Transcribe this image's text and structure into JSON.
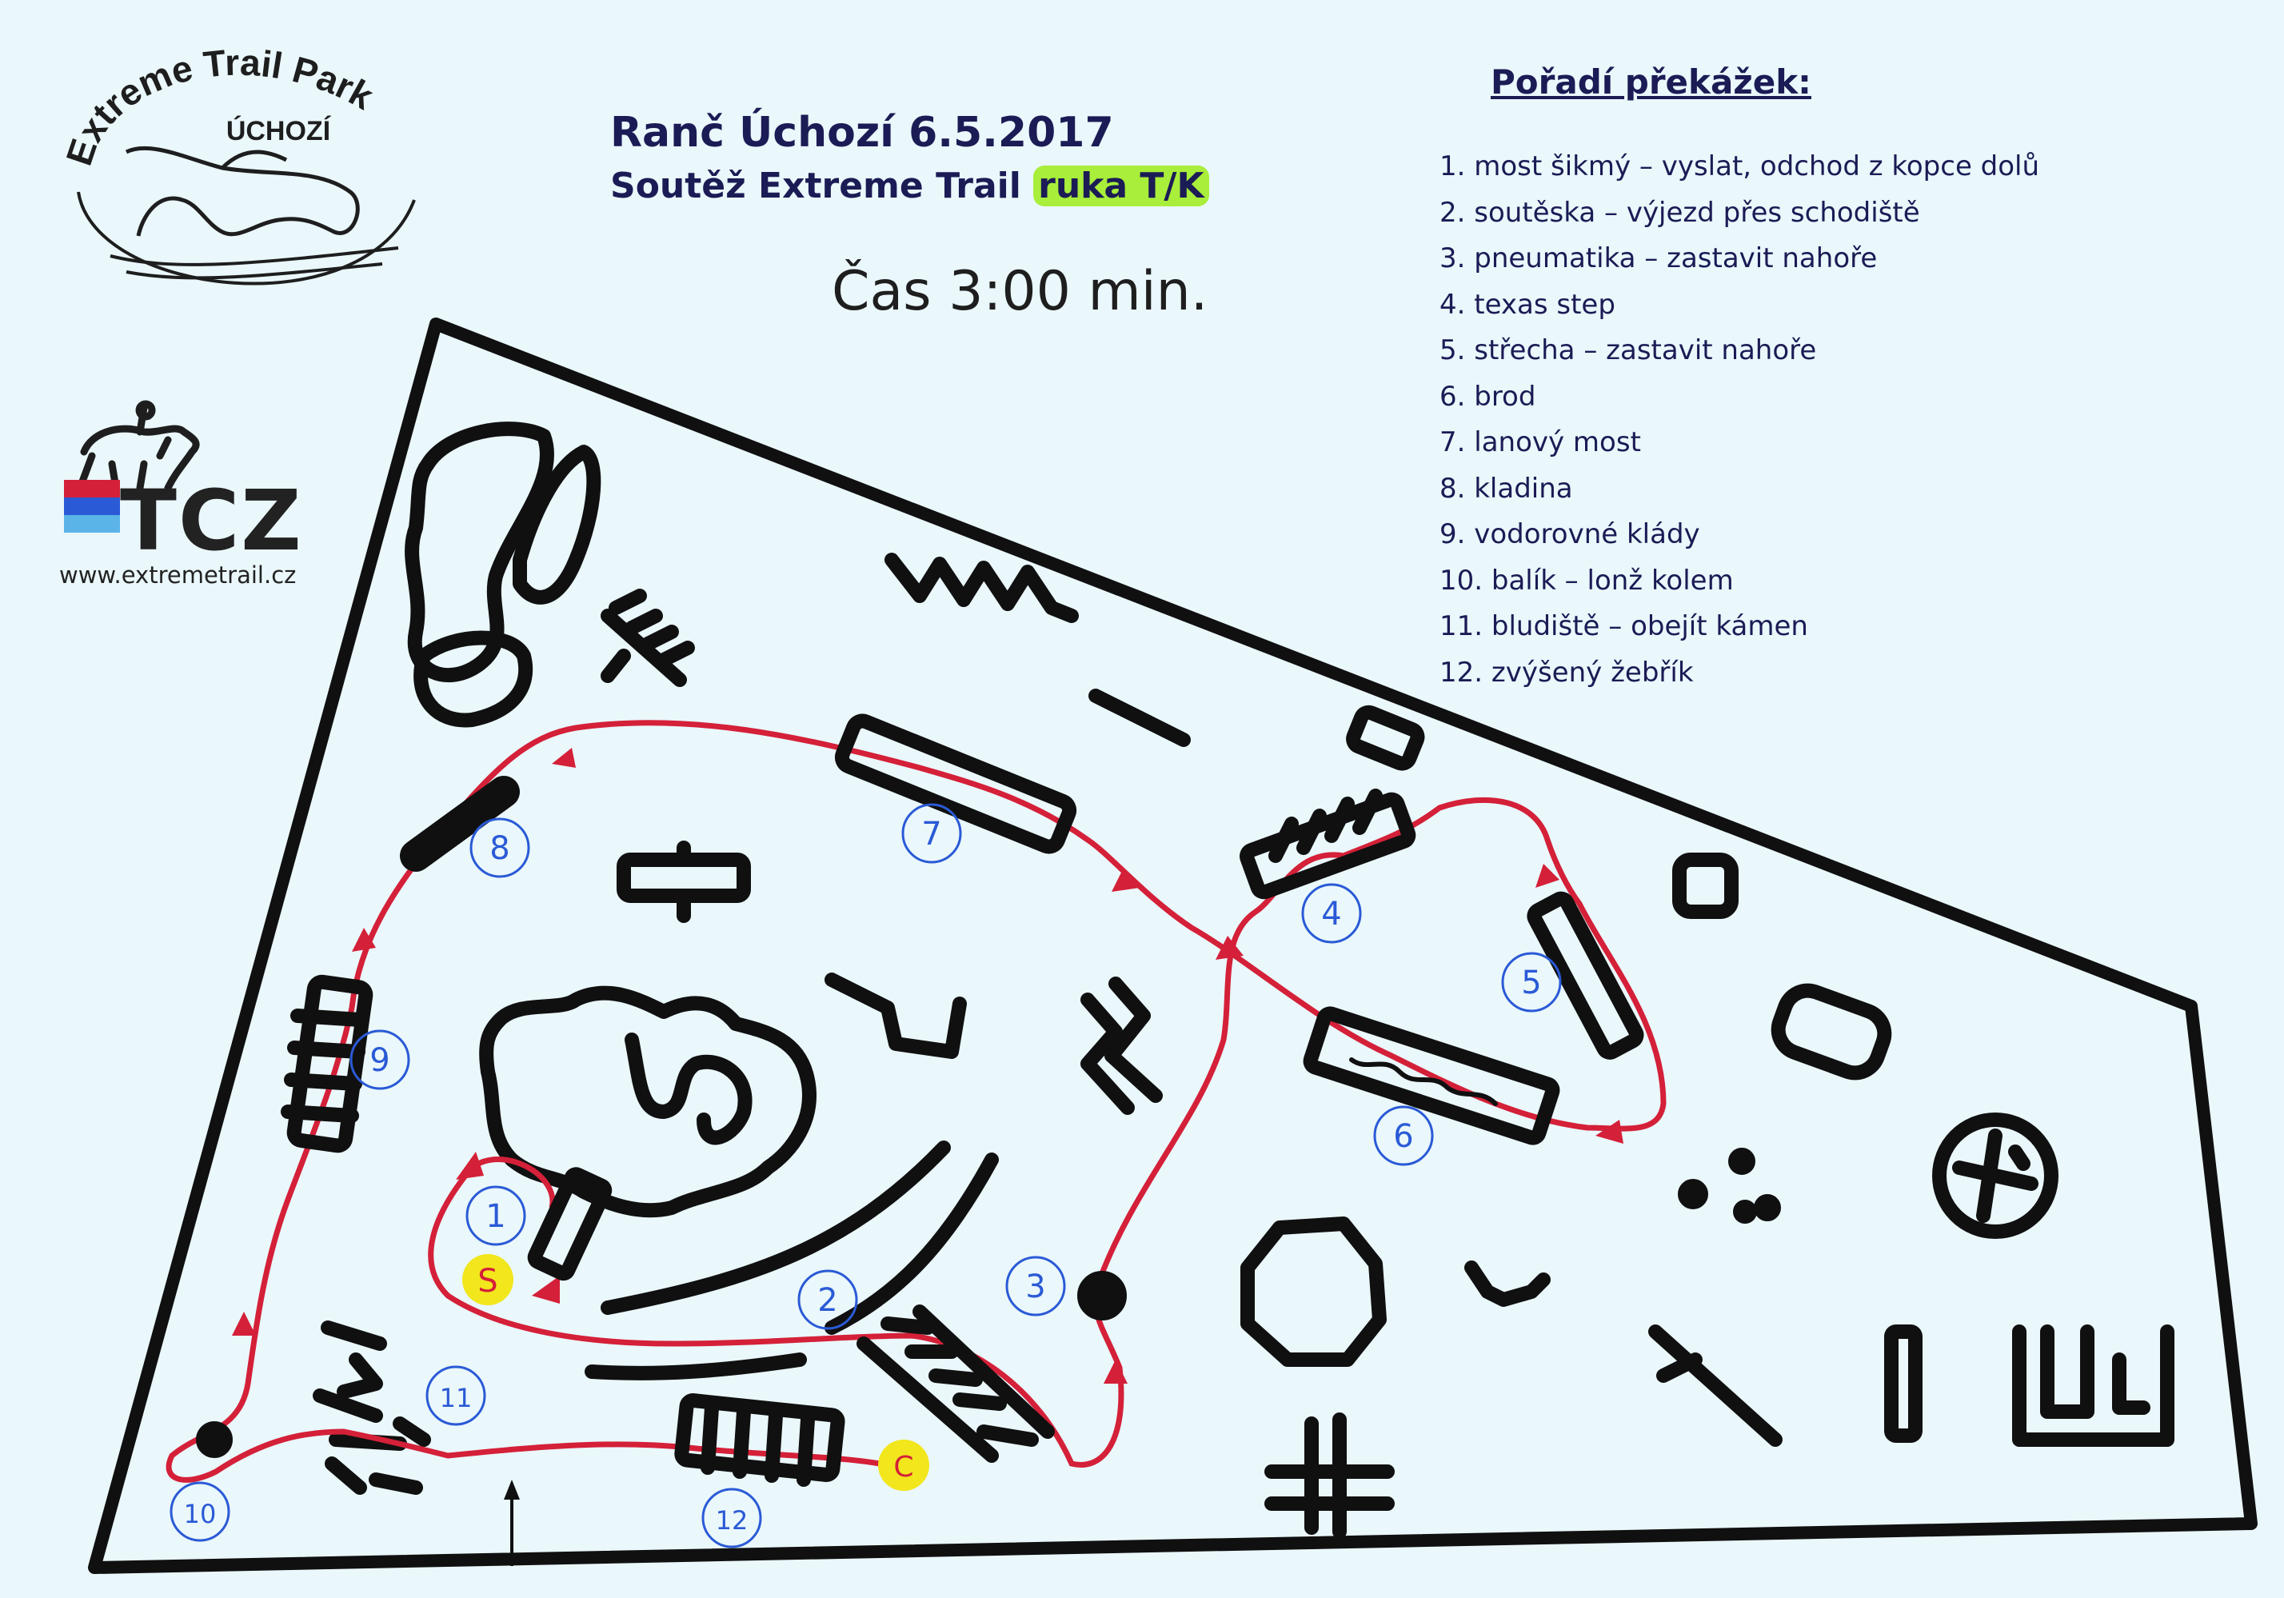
{
  "logo": {
    "arc_text": "Extreme Trail Park",
    "place": "ÚCHOZÍ"
  },
  "tcz": {
    "brand": "TCZ",
    "website": "www.extremetrail.cz"
  },
  "title": {
    "line1": "Ranč Úchozí  6.5.2017",
    "line2_prefix": "Soutěž Extreme Trail ",
    "line2_highlight": "ruka T/K"
  },
  "time": "Čas  3:00 min.",
  "order": {
    "heading": "Pořadí překážek:",
    "items": [
      "1. most šikmý – vyslat, odchod z kopce dolů",
      "2. soutěska – výjezd přes schodiště",
      "3. pneumatika – zastavit nahoře",
      "4. texas step",
      "5. střecha – zastavit nahoře",
      "6. brod",
      "7. lanový most",
      "8. kladina",
      "9. vodorovné klády",
      "10. balík – lonž kolem",
      "11. bludiště – obejít kámen",
      "12. zvýšený žebřík"
    ]
  },
  "map": {
    "start_label": "S",
    "finish_label": "C",
    "obstacles": [
      {
        "n": "1"
      },
      {
        "n": "2"
      },
      {
        "n": "3"
      },
      {
        "n": "4"
      },
      {
        "n": "5"
      },
      {
        "n": "6"
      },
      {
        "n": "7"
      },
      {
        "n": "8"
      },
      {
        "n": "9"
      },
      {
        "n": "10"
      },
      {
        "n": "11"
      },
      {
        "n": "12"
      }
    ]
  },
  "colors": {
    "paper": "#eaf7fb",
    "ink": "#101010",
    "route": "#d42038",
    "number_circle": "#2a5ad6",
    "marker": "#f2e61c",
    "highlight": "#a8ee3a",
    "text": "#1b1b55"
  }
}
